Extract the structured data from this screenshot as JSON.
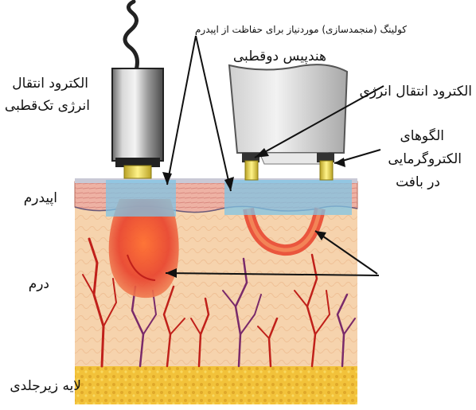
{
  "labels": {
    "collagen_note": "کولینگ (منجمدسازی) موردنیاز برای حفاظت از اپیدرم",
    "bipolar_handpiece": "هندپیس دوقطبی",
    "monopolar_electrode_line1": "الکترود انتقال",
    "monopolar_electrode_line2": "انرژی تک‌قطبی",
    "energy_electrode": "الکترود انتقال انرژی",
    "electro_pattern_line1": "الگوهای",
    "electro_pattern_line2": "الکتروگرمایی",
    "electro_pattern_line3": "در بافت",
    "epidermis": "اپیدرم",
    "dermis": "درم",
    "subcutaneous": "لایه زیرجلدی"
  },
  "colors": {
    "skin_base": "#f4cfa6",
    "epidermis": "#e8a89a",
    "cooling_zone": "#7fc4e6",
    "heat_zone": "#e8402a",
    "vessel_red": "#c0201a",
    "vessel_purple": "#7a2a6a",
    "fat_yellow": "#f2c23a",
    "electrode_gold": "#e8d24a"
  }
}
